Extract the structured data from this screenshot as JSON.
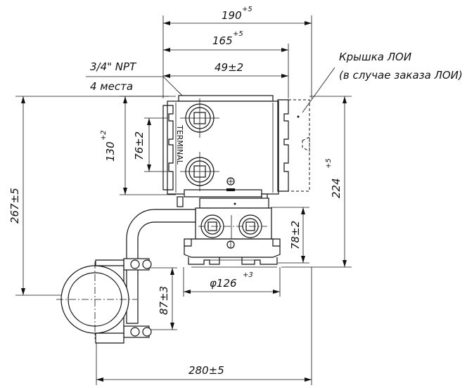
{
  "dimensions": {
    "width_total": {
      "value": "190",
      "tol": "+5"
    },
    "width_body": {
      "value": "165",
      "tol": "+5"
    },
    "width_terminal": {
      "value": "49±2"
    },
    "height_body": {
      "value": "130",
      "tol": "+2"
    },
    "height_ports": {
      "value": "76±2"
    },
    "height_total": {
      "value": "267±5"
    },
    "height_right": {
      "value": "224",
      "tol": "+5"
    },
    "height_flange": {
      "value": "78±2"
    },
    "height_bracket": {
      "value": "87±3"
    },
    "flange_diameter": {
      "value": "φ126",
      "tol": "+3"
    },
    "length_bottom": {
      "value": "280±5"
    }
  },
  "labels": {
    "npt_thread": "3/4\" NPT",
    "npt_count": "4 места",
    "terminal": "TERMINAL",
    "cover_title": "Крышка ЛОИ",
    "cover_note": "(в случае заказа ЛОИ)"
  }
}
